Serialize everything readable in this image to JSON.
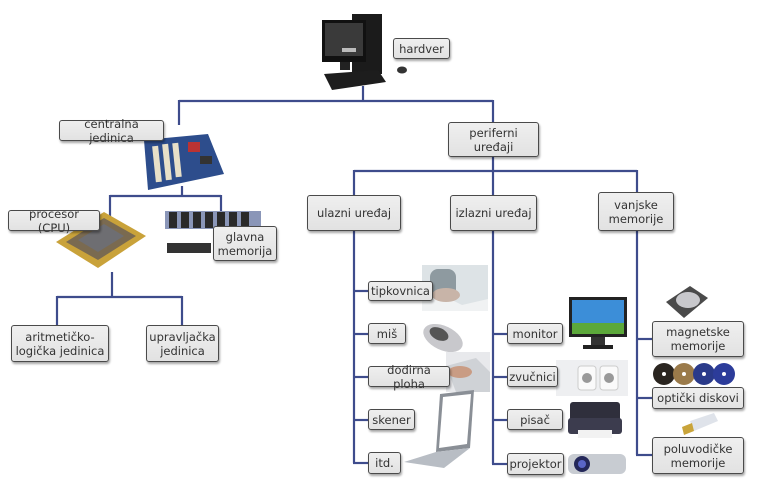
{
  "title": "hardver",
  "colors": {
    "connector": "#3e4c8c",
    "box_fill": "#e6e6e6",
    "box_border": "#4a4a4a",
    "text": "#333333"
  },
  "nodes": {
    "hardver": "hardver",
    "centralna_jedinica": "centralna jedinica",
    "periferni_uredaji": "periferni\nuređaji",
    "procesor": "procesor (CPU)",
    "glavna_memorija": "glavna\nmemorija",
    "alu": "aritmetičko-\nlogička jedinica",
    "upravljacka": "upravljačka\njedinica",
    "ulazni": "ulazni uređaj",
    "izlazni": "izlazni uređaj",
    "vanjske": "vanjske\nmemorije"
  },
  "input_devices": [
    "tipkovnica",
    "miš",
    "dodirna ploha",
    "skener",
    "itd."
  ],
  "output_devices": [
    "monitor",
    "zvučnici",
    "pisač",
    "projektor"
  ],
  "external_memories": [
    "magnetske\nmemorije",
    "optički diskovi",
    "poluvodičke\nmemorije"
  ],
  "icons": [
    "desktop-computer-icon",
    "motherboard-icon",
    "cpu-chip-icon",
    "ram-module-icon",
    "keyboard-hands-icon",
    "mouse-icon",
    "touchpad-icon",
    "laptop-icon",
    "monitor-icon",
    "speakers-icon",
    "printer-icon",
    "projector-icon",
    "hard-disk-icon",
    "optical-discs-icon",
    "usb-flash-icon"
  ]
}
